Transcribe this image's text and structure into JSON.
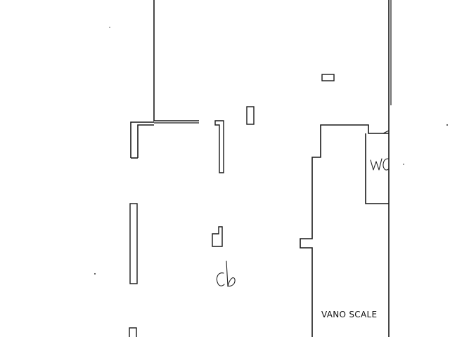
{
  "floorplan": {
    "labels": {
      "wc": "WC",
      "cb": "cb",
      "vano_scale": "VANO SCALE"
    },
    "colors": {
      "background": "#ffffff",
      "line": "#1a1a1a"
    }
  }
}
